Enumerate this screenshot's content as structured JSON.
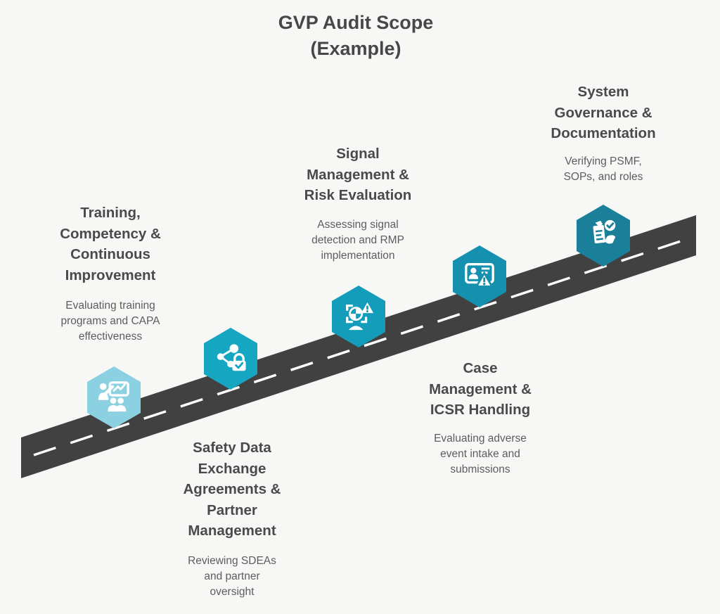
{
  "title": "GVP Audit Scope\n(Example)",
  "colors": {
    "background": "#f7f7f6",
    "road": "#414141",
    "road_dash": "#ffffff",
    "heading_text": "#4a4a4a",
    "body_text": "#5d5d5d"
  },
  "milestones": [
    {
      "id": "training",
      "title": "Training,\nCompetency &\nContinuous\nImprovement",
      "description": "Evaluating training\nprograms and CAPA\neffectiveness",
      "icon": "training-presentation-icon",
      "hex_color": "#8CD1E1"
    },
    {
      "id": "sdea",
      "title": "Safety Data\nExchange\nAgreements &\nPartner\nManagement",
      "description": "Reviewing SDEAs\nand partner\noversight",
      "icon": "share-lock-icon",
      "hex_color": "#15A6C2"
    },
    {
      "id": "signal",
      "title": "Signal\nManagement &\nRisk Evaluation",
      "description": "Assessing signal\ndetection and RMP\nimplementation",
      "icon": "signal-detection-warning-icon",
      "hex_color": "#139DBA"
    },
    {
      "id": "case",
      "title": "Case\nManagement &\nICSR Handling",
      "description": "Evaluating adverse\nevent intake and\nsubmissions",
      "icon": "id-card-warning-icon",
      "hex_color": "#1591AF"
    },
    {
      "id": "system",
      "title": "System\nGovernance &\nDocumentation",
      "description": "Verifying PSMF,\nSOPs, and roles",
      "icon": "document-check-hands-icon",
      "hex_color": "#1A8099"
    }
  ]
}
